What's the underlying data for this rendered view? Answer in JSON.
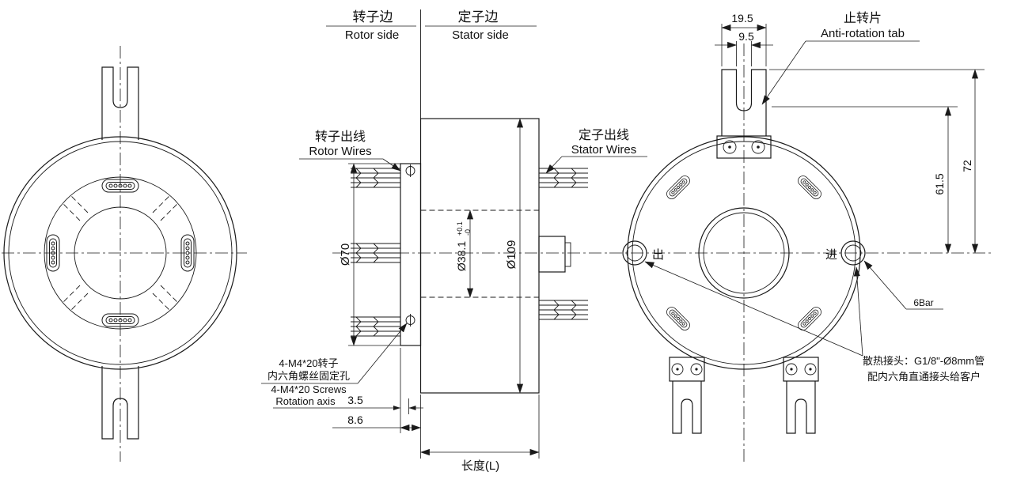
{
  "header": {
    "rotor_side_cn": "转子边",
    "rotor_side_en": "Rotor side",
    "stator_side_cn": "定子边",
    "stator_side_en": "Stator  side"
  },
  "labels": {
    "rotor_wires_cn": "转子出线",
    "rotor_wires_en": "Rotor Wires",
    "stator_wires_cn": "定子出线",
    "stator_wires_en": "Stator Wires",
    "anti_rotation_cn": "止转片",
    "anti_rotation_en": "Anti-rotation tab",
    "out_port": "出",
    "in_port": "进",
    "pressure": "6Bar",
    "cooling_line1": "散热接头：G1/8\"-Ø8mm管",
    "cooling_line2": "配内六角直通接头给客户",
    "screw_note_cn1": "4-M4*20转子",
    "screw_note_cn2": "内六角螺丝固定孔",
    "screw_note_en1": "4-M4*20 Screws",
    "screw_note_en2": "Rotation axis",
    "length": "长度(L)"
  },
  "dims": {
    "tab_width": "19.5",
    "tab_slot": "9.5",
    "height_61_5": "61.5",
    "height_72": "72",
    "flange_dia": "Ø70",
    "bore_dia": "Ø38.1",
    "bore_tol_up": "+0.1",
    "bore_tol_dn": "-0",
    "body_dia": "Ø109",
    "offset_3_5": "3.5",
    "offset_8_6": "8.6"
  },
  "colors": {
    "line": "#1a1a1a",
    "background": "#ffffff"
  }
}
